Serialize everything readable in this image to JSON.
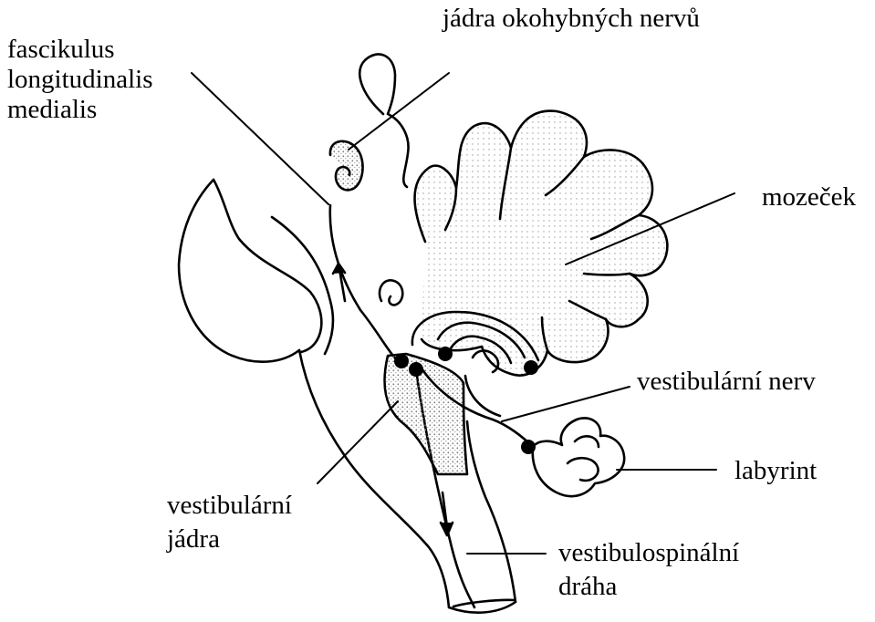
{
  "labels": {
    "fasciculus": [
      "fascikulus",
      "longitudinalis",
      "medialis"
    ],
    "oculomotor_nuclei": "jádra okohybných nervů",
    "cerebellum": "mozeček",
    "vestibular_nerve": "vestibulární nerv",
    "labyrinth": "labyrint",
    "vestibular_nuclei": [
      "vestibulární",
      "jádra"
    ],
    "vestibulospinal_tract": [
      "vestibulospinální",
      "dráha"
    ]
  },
  "colors": {
    "ink": "#000000",
    "stipple": "#8a8a8a",
    "background": "#ffffff"
  }
}
